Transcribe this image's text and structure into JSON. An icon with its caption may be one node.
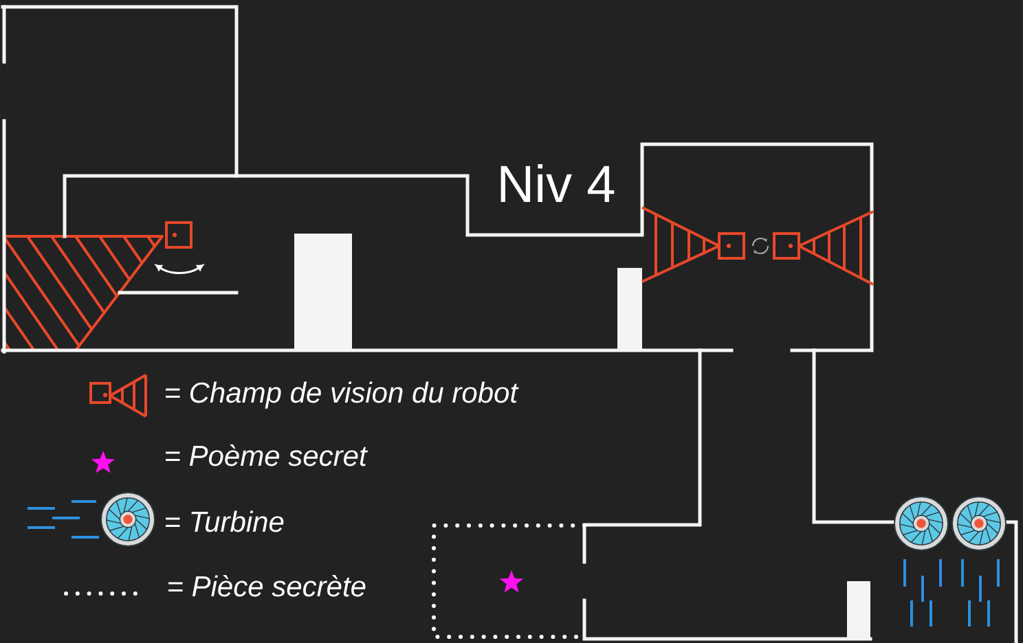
{
  "diagram": {
    "title": "Niv 4",
    "legend": [
      {
        "text": "= Champ de vision du robot"
      },
      {
        "text": "= Poème secret"
      },
      {
        "text": "= Turbine"
      },
      {
        "text": "= Pièce secrète"
      }
    ]
  }
}
